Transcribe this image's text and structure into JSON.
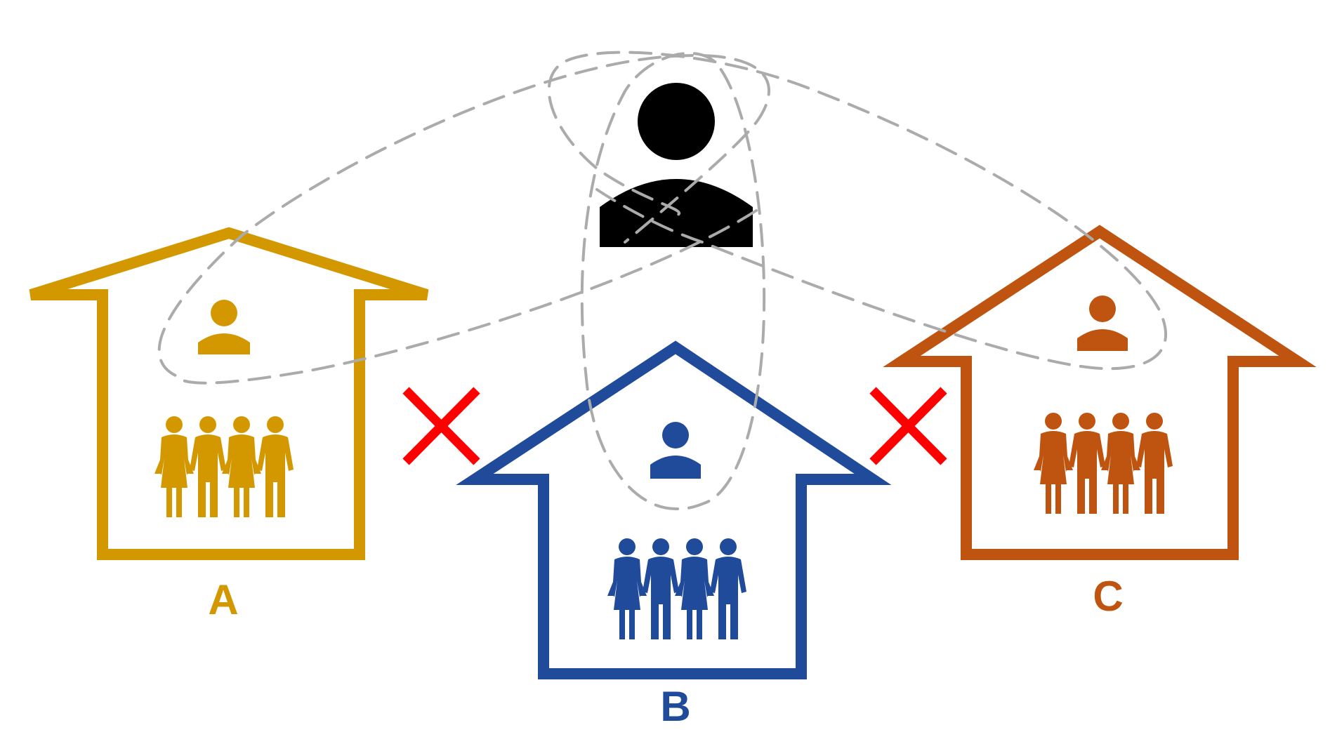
{
  "colors": {
    "house_a": "#D39800",
    "house_b": "#204A9A",
    "house_c": "#BF5410",
    "central_person": "#000000",
    "dashed_link": "#ABABAB",
    "blocked_mark": "#FF0000"
  },
  "icons": {
    "person": "person-icon",
    "family": "family-group-icon",
    "blocked": "cross-mark-icon"
  },
  "houses": [
    {
      "id": "a",
      "label": "A",
      "family_members": 4
    },
    {
      "id": "b",
      "label": "B",
      "family_members": 4
    },
    {
      "id": "c",
      "label": "C",
      "family_members": 4
    }
  ]
}
